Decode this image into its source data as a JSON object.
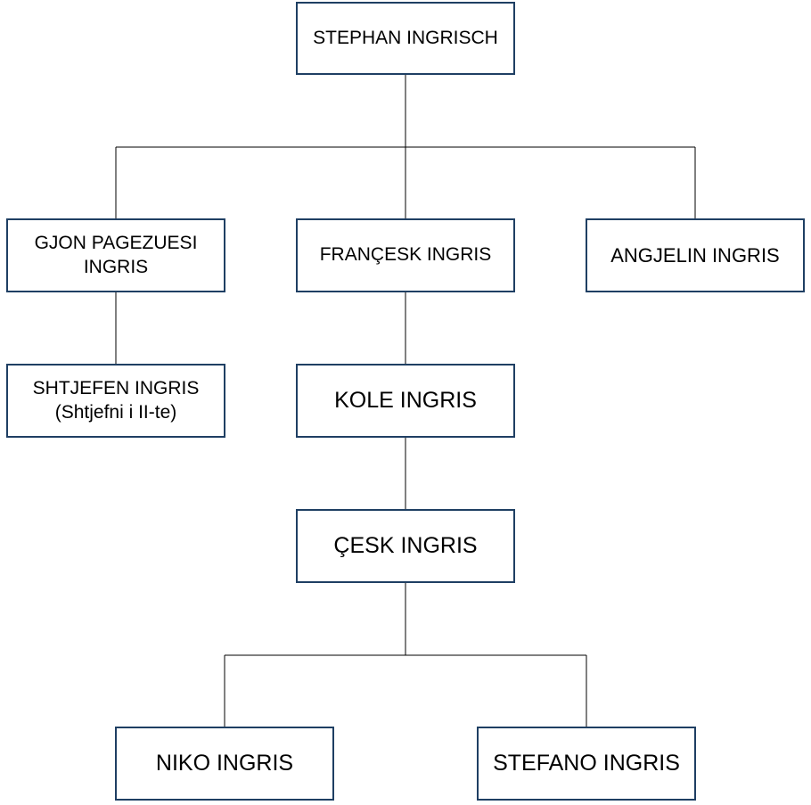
{
  "diagram": {
    "type": "family-tree",
    "border_color": "#1f3f63",
    "line_color": "#000000",
    "nodes": {
      "stephan": {
        "lines": [
          "STEPHAN INGRISCH"
        ]
      },
      "gjon": {
        "lines": [
          "GJON PAGEZUESI",
          "INGRIS"
        ]
      },
      "francesk": {
        "lines": [
          "FRANÇESK INGRIS"
        ]
      },
      "angjelin": {
        "lines": [
          "ANGJELIN INGRIS"
        ]
      },
      "shtjefen": {
        "lines": [
          "SHTJEFEN INGRIS",
          "(Shtjefni i II-te)"
        ]
      },
      "kole": {
        "lines": [
          "KOLE INGRIS"
        ]
      },
      "cesk": {
        "lines": [
          "ÇESK INGRIS"
        ]
      },
      "niko": {
        "lines": [
          "NIKO INGRIS"
        ]
      },
      "stefano": {
        "lines": [
          "STEFANO INGRIS"
        ]
      }
    },
    "edges": [
      {
        "parent": "stephan",
        "children": [
          "gjon",
          "francesk",
          "angjelin"
        ]
      },
      {
        "parent": "gjon",
        "children": [
          "shtjefen"
        ]
      },
      {
        "parent": "francesk",
        "children": [
          "kole"
        ]
      },
      {
        "parent": "kole",
        "children": [
          "cesk"
        ]
      },
      {
        "parent": "cesk",
        "children": [
          "niko",
          "stefano"
        ]
      }
    ]
  }
}
